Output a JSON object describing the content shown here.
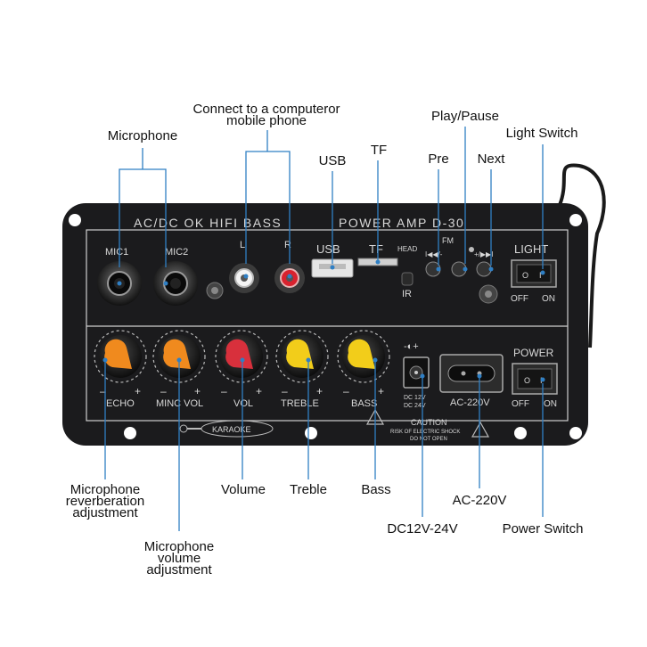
{
  "panel": {
    "title_left": "AC/DC OK HIFI BASS",
    "title_right": "POWER AMP D-30",
    "mic1": "MIC1",
    "mic2": "MIC2",
    "l": "L",
    "r": "R",
    "usb": "USB",
    "tf": "TF",
    "head": "HEAD",
    "fm": "FM",
    "prev_btn": "I◀◀/-",
    "next_btn": "+/▶▶I",
    "ir": "IR",
    "light": "LIGHT",
    "power": "POWER",
    "off": "OFF",
    "on": "ON",
    "o_mark": "O",
    "i_mark": "I",
    "minus": "–",
    "plus": "+",
    "echo": "ECHO",
    "mic_vol": "MINC VOL",
    "vol": "VOL",
    "treble": "TREBLE",
    "bass": "BASS",
    "dc_polarity": "-◐+",
    "dc_range_1": "DC 12V",
    "dc_range_2": "DC 24V",
    "ac": "AC-220V",
    "karaoke": "KARAOKE",
    "caution": "CAUTION",
    "caution_line1": "RISK OF ELECTRIC SHOCK",
    "caution_line2": "DO NOT OPEN",
    "colors": {
      "panel": "#1b1b1d",
      "knob_orange": "#f08a1e",
      "knob_red": "#d8303c",
      "knob_yellow": "#f2cd1a",
      "line_blue": "#2f7fc4"
    }
  },
  "callouts": {
    "microphone": "Microphone",
    "connect_line1": "Connect to a computeror",
    "connect_line2": "mobile phone",
    "usb": "USB",
    "tf": "TF",
    "pre": "Pre",
    "play_pause": "Play/Pause",
    "next": "Next",
    "light_switch": "Light Switch",
    "reverb_line1": "Microphone",
    "reverb_line2": "reverberation",
    "reverb_line3": "adjustment",
    "micvol_line1": "Microphone",
    "micvol_line2": "volume",
    "micvol_line3": "adjustment",
    "volume": "Volume",
    "treble": "Treble",
    "bass": "Bass",
    "dc": "DC12V-24V",
    "ac": "AC-220V",
    "power_switch": "Power Switch"
  }
}
